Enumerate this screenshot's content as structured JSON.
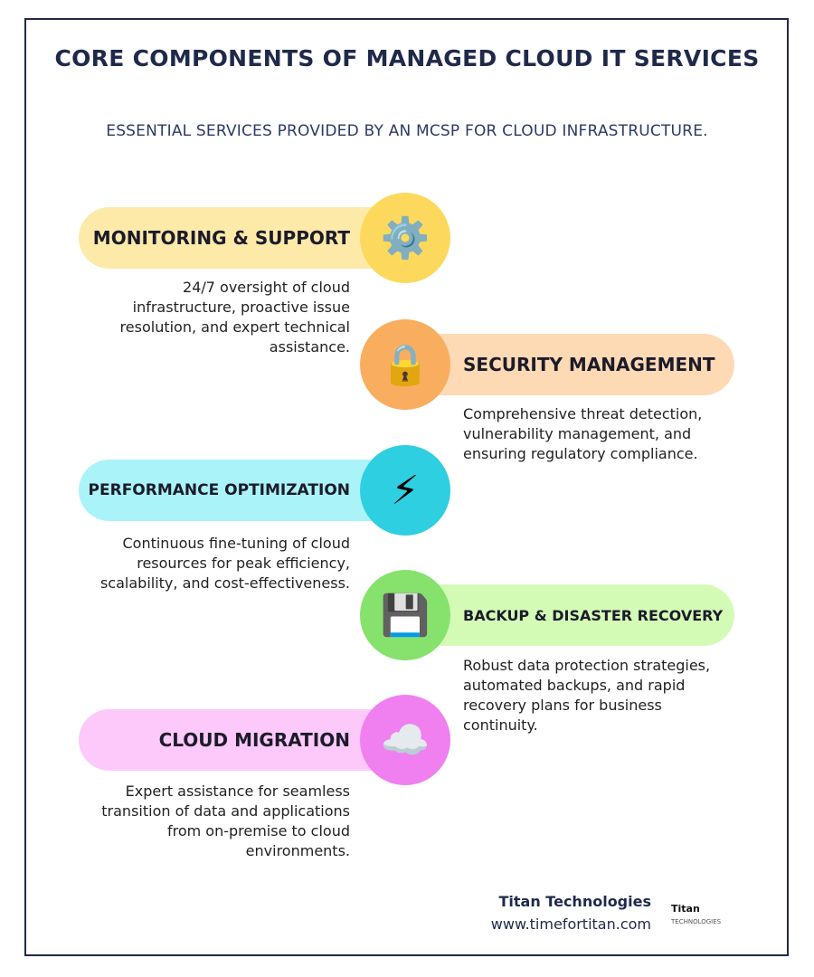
{
  "title": "CORE COMPONENTS OF MANAGED CLOUD IT SERVICES",
  "subtitle": "ESSENTIAL SERVICES PROVIDED BY AN MCSP FOR CLOUD INFRASTRUCTURE.",
  "items": [
    {
      "label": "MONITORING & SUPPORT",
      "icon": "gear-icon",
      "glyph": "⚙️",
      "description": "24/7 oversight of cloud infrastructure, proactive issue resolution, and expert technical assistance.",
      "pill_color": "#fde9a8",
      "circle_color": "#fcd95c"
    },
    {
      "label": "SECURITY MANAGEMENT",
      "icon": "lock-icon",
      "glyph": "🔒",
      "description": "Comprehensive threat detection, vulnerability management, and ensuring regulatory compliance.",
      "pill_color": "#fdd9b4",
      "circle_color": "#f8ae5e"
    },
    {
      "label": "PERFORMANCE OPTIMIZATION",
      "icon": "lightning-icon",
      "glyph": "⚡",
      "description": "Continuous fine-tuning of cloud resources for peak efficiency, scalability, and cost-effectiveness.",
      "pill_color": "#aaf3f9",
      "circle_color": "#2ecfe0"
    },
    {
      "label": "BACKUP & DISASTER RECOVERY",
      "icon": "floppy-disk-icon",
      "glyph": "💾",
      "description": "Robust data protection strategies, automated backups, and rapid recovery plans for business continuity.",
      "pill_color": "#d3fbb6",
      "circle_color": "#86e26c"
    },
    {
      "label": "CLOUD MIGRATION",
      "icon": "cloud-icon",
      "glyph": "☁️",
      "description": "Expert assistance for seamless transition of data and applications from on-premise to cloud environments.",
      "pill_color": "#fcc9fa",
      "circle_color": "#f07ff0"
    }
  ],
  "footer": {
    "company": "Titan Technologies",
    "website": "www.timefortitan.com",
    "logo_text": "Titan",
    "logo_sub": "TECHNOLOGIES"
  }
}
